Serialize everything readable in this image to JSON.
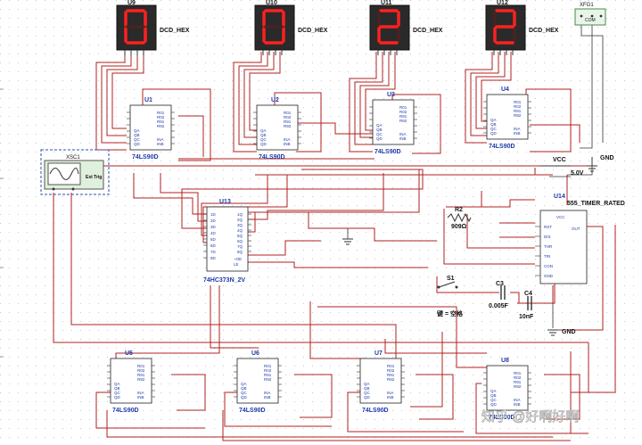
{
  "displays": [
    {
      "ref": "U9",
      "digit": "0",
      "label": "DCD_HEX"
    },
    {
      "ref": "U10",
      "digit": "0",
      "label": "DCD_HEX"
    },
    {
      "ref": "U11",
      "digit": "2",
      "label": "DCD_HEX"
    },
    {
      "ref": "U12",
      "digit": "2",
      "label": "DCD_HEX"
    }
  ],
  "counters_top": [
    {
      "ref": "U1",
      "part": "74LS90D"
    },
    {
      "ref": "U2",
      "part": "74LS90D"
    },
    {
      "ref": "U3",
      "part": "74LS90D"
    },
    {
      "ref": "U4",
      "part": "74LS90D"
    }
  ],
  "counters_bottom": [
    {
      "ref": "U5",
      "part": "74LS90D"
    },
    {
      "ref": "U6",
      "part": "74LS90D"
    },
    {
      "ref": "U7",
      "part": "74LS90D"
    },
    {
      "ref": "U8",
      "part": "74LS90D"
    }
  ],
  "latch": {
    "ref": "U13",
    "part": "74HC373N_2V"
  },
  "timer": {
    "ref": "U14",
    "part": "555_TIMER_RATED",
    "vcc_pin": "VCC",
    "out_pin": "OUT"
  },
  "xfg": {
    "ref": "XFG1",
    "pins": "COM"
  },
  "xsc": {
    "ref": "XSC1",
    "trig": "Ext Trig"
  },
  "power": {
    "vcc": "VCC",
    "voltage": "5.0V",
    "gnd_top": "GND",
    "gnd_bottom": "GND"
  },
  "r2": {
    "ref": "R2",
    "value": "909Ω"
  },
  "c3": {
    "ref": "C3",
    "value": "0.005F"
  },
  "c4": {
    "ref": "C4",
    "value": "10nF"
  },
  "switch": {
    "ref": "S1",
    "label": "键 = 空格"
  },
  "watermark": "知乎 @好啊好啊",
  "pins_90": [
    "INB",
    "R01",
    "R02",
    "R91",
    "R92",
    "QA",
    "QB",
    "QC",
    "QD",
    "INA"
  ],
  "pins_373": [
    "1D",
    "2D",
    "3D",
    "4D",
    "5D",
    "6D",
    "7D",
    "8D",
    "~OE",
    "LE",
    "1Q",
    "2Q",
    "3Q",
    "4Q",
    "5Q",
    "6Q",
    "7Q",
    "8Q"
  ],
  "pins_555": [
    "RST",
    "DIS",
    "THR",
    "TRI",
    "CON",
    "GND"
  ]
}
